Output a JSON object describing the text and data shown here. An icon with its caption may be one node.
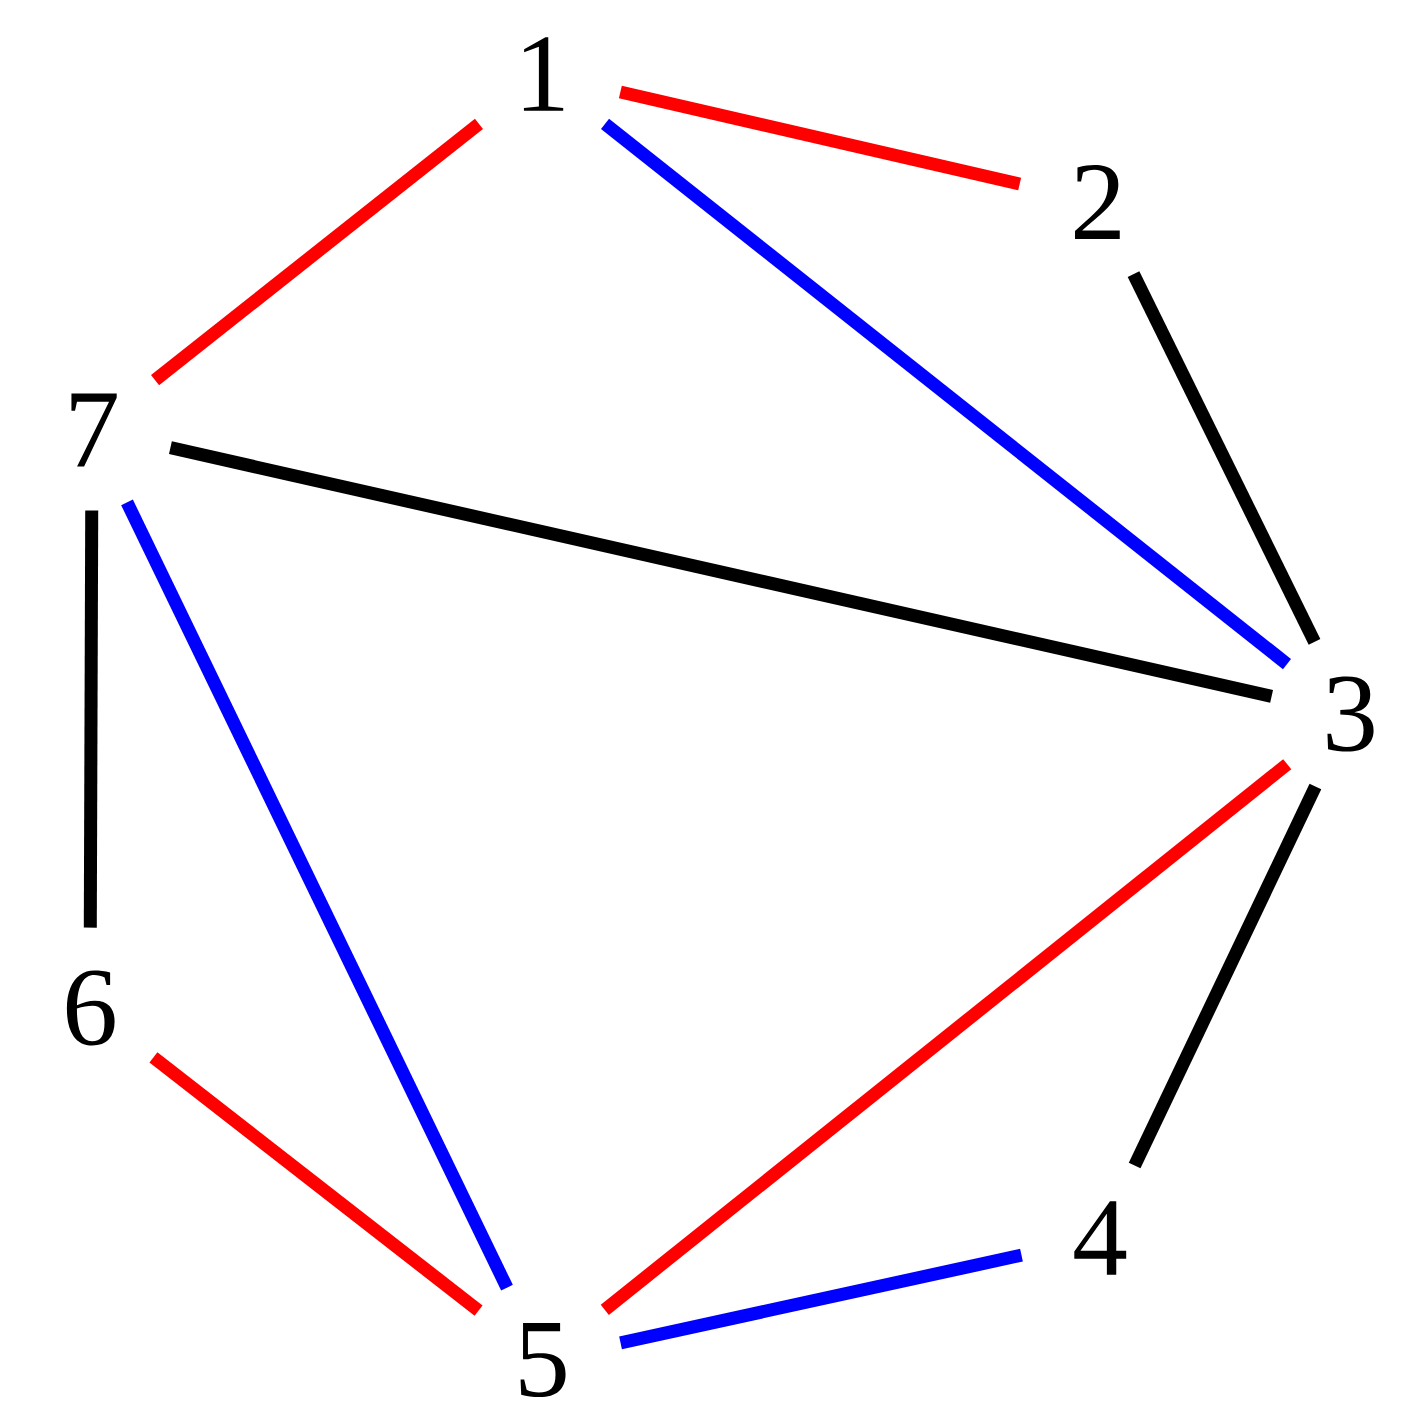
{
  "diagram": {
    "nodes": [
      {
        "text": [
          "1"
        ]
      },
      {
        "text": [
          "2"
        ]
      },
      {
        "text": [
          "3"
        ]
      },
      {
        "text": [
          "4"
        ]
      },
      {
        "text": [
          "5"
        ]
      },
      {
        "text": [
          "6"
        ]
      },
      {
        "text": [
          "7"
        ]
      }
    ],
    "edges": [
      {
        "from": 0,
        "to": 1,
        "arrow": "none",
        "color": "#ff0000"
      },
      {
        "from": 0,
        "to": 2,
        "arrow": "none",
        "color": "#0000ff"
      },
      {
        "from": 0,
        "to": 6,
        "arrow": "none",
        "color": "#ff0000"
      },
      {
        "from": 1,
        "to": 2,
        "arrow": "none",
        "color": "#000000"
      },
      {
        "from": 6,
        "to": 2,
        "arrow": "none",
        "color": "#000000"
      },
      {
        "from": 6,
        "to": 5,
        "arrow": "none",
        "color": "#000000"
      },
      {
        "from": 6,
        "to": 4,
        "arrow": "none",
        "color": "#0000ff"
      },
      {
        "from": 5,
        "to": 4,
        "arrow": "none",
        "color": "#ff0000"
      },
      {
        "from": 4,
        "to": 2,
        "arrow": "none",
        "color": "#ff0000"
      },
      {
        "from": 4,
        "to": 3,
        "arrow": "none",
        "color": "#0000ff"
      },
      {
        "from": 2,
        "to": 3,
        "arrow": "none",
        "color": "#000000"
      }
    ]
  }
}
